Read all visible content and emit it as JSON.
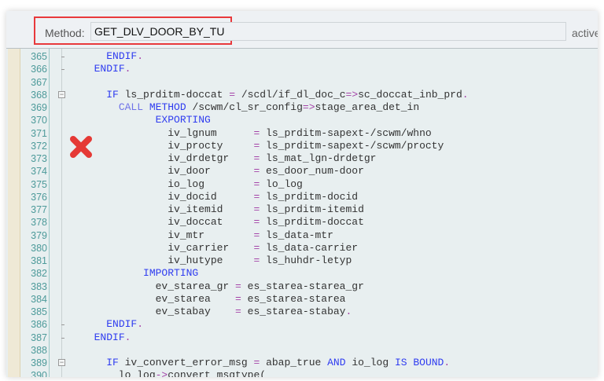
{
  "header": {
    "method_label": "Method:",
    "method_value": "GET_DLV_DOOR_BY_TU",
    "status": "active"
  },
  "colors": {
    "highlight_box": "#e8393c",
    "keyword": "#2f3cf0",
    "operator": "#a443a8",
    "line_number": "#4d9a9a",
    "error_mark": "#e53935"
  },
  "error_icon": "red-x-error-icon",
  "lines": [
    {
      "num": "365",
      "mark": "tick",
      "tokens": [
        [
          "    ",
          "tx"
        ],
        [
          "ENDIF",
          "kw"
        ],
        [
          ".",
          "op"
        ]
      ]
    },
    {
      "num": "366",
      "mark": "tick",
      "tokens": [
        [
          "  ",
          "tx"
        ],
        [
          "ENDIF",
          "kw"
        ],
        [
          ".",
          "op"
        ]
      ]
    },
    {
      "num": "367",
      "mark": "",
      "tokens": []
    },
    {
      "num": "368",
      "mark": "fold",
      "tokens": [
        [
          "    ",
          "tx"
        ],
        [
          "IF",
          "kw"
        ],
        [
          " ls_prditm-doccat ",
          "tx"
        ],
        [
          "=",
          "op"
        ],
        [
          " /scdl/if_dl_doc_c",
          "tx"
        ],
        [
          "=>",
          "op"
        ],
        [
          "sc_doccat_inb_prd",
          "tx"
        ],
        [
          ".",
          "op"
        ]
      ]
    },
    {
      "num": "369",
      "mark": "",
      "tokens": [
        [
          "      ",
          "tx"
        ],
        [
          "CALL",
          "kw2"
        ],
        [
          " ",
          "tx"
        ],
        [
          "METHOD",
          "kw"
        ],
        [
          " /scwm/cl_sr_config",
          "tx"
        ],
        [
          "=>",
          "op"
        ],
        [
          "stage_area_det_in",
          "tx"
        ]
      ]
    },
    {
      "num": "370",
      "mark": "",
      "tokens": [
        [
          "            ",
          "tx"
        ],
        [
          "EXPORTING",
          "kw"
        ]
      ]
    },
    {
      "num": "371",
      "mark": "",
      "tokens": [
        [
          "              iv_lgnum      ",
          "tx"
        ],
        [
          "=",
          "op"
        ],
        [
          " ls_prditm-sapext-/scwm/whno",
          "tx"
        ]
      ]
    },
    {
      "num": "372",
      "mark": "",
      "tokens": [
        [
          "              iv_procty     ",
          "tx"
        ],
        [
          "=",
          "op"
        ],
        [
          " ls_prditm-sapext-/scwm/procty",
          "tx"
        ]
      ]
    },
    {
      "num": "373",
      "mark": "",
      "tokens": [
        [
          "              iv_drdetgr    ",
          "tx"
        ],
        [
          "=",
          "op"
        ],
        [
          " ls_mat_lgn-drdetgr",
          "tx"
        ]
      ]
    },
    {
      "num": "374",
      "mark": "",
      "tokens": [
        [
          "              iv_door       ",
          "tx"
        ],
        [
          "=",
          "op"
        ],
        [
          " es_door_num-door",
          "tx"
        ]
      ]
    },
    {
      "num": "375",
      "mark": "",
      "tokens": [
        [
          "              io_log        ",
          "tx"
        ],
        [
          "=",
          "op"
        ],
        [
          " lo_log",
          "tx"
        ]
      ]
    },
    {
      "num": "376",
      "mark": "",
      "tokens": [
        [
          "              iv_docid      ",
          "tx"
        ],
        [
          "=",
          "op"
        ],
        [
          " ls_prditm-docid",
          "tx"
        ]
      ]
    },
    {
      "num": "377",
      "mark": "",
      "tokens": [
        [
          "              iv_itemid     ",
          "tx"
        ],
        [
          "=",
          "op"
        ],
        [
          " ls_prditm-itemid",
          "tx"
        ]
      ]
    },
    {
      "num": "378",
      "mark": "",
      "tokens": [
        [
          "              iv_doccat     ",
          "tx"
        ],
        [
          "=",
          "op"
        ],
        [
          " ls_prditm-doccat",
          "tx"
        ]
      ]
    },
    {
      "num": "379",
      "mark": "",
      "tokens": [
        [
          "              iv_mtr        ",
          "tx"
        ],
        [
          "=",
          "op"
        ],
        [
          " ls_data-mtr",
          "tx"
        ]
      ]
    },
    {
      "num": "380",
      "mark": "",
      "tokens": [
        [
          "              iv_carrier    ",
          "tx"
        ],
        [
          "=",
          "op"
        ],
        [
          " ls_data-carrier",
          "tx"
        ]
      ]
    },
    {
      "num": "381",
      "mark": "",
      "tokens": [
        [
          "              iv_hutype     ",
          "tx"
        ],
        [
          "=",
          "op"
        ],
        [
          " ls_huhdr-letyp",
          "tx"
        ]
      ]
    },
    {
      "num": "382",
      "mark": "",
      "tokens": [
        [
          "          ",
          "tx"
        ],
        [
          "IMPORTING",
          "kw"
        ]
      ]
    },
    {
      "num": "383",
      "mark": "",
      "tokens": [
        [
          "            ev_starea_gr ",
          "tx"
        ],
        [
          "=",
          "op"
        ],
        [
          " es_starea-starea_gr",
          "tx"
        ]
      ]
    },
    {
      "num": "384",
      "mark": "",
      "tokens": [
        [
          "            ev_starea    ",
          "tx"
        ],
        [
          "=",
          "op"
        ],
        [
          " es_starea-starea",
          "tx"
        ]
      ]
    },
    {
      "num": "385",
      "mark": "",
      "tokens": [
        [
          "            ev_stabay    ",
          "tx"
        ],
        [
          "=",
          "op"
        ],
        [
          " es_starea-stabay",
          "tx"
        ],
        [
          ".",
          "op"
        ]
      ]
    },
    {
      "num": "386",
      "mark": "tick",
      "tokens": [
        [
          "    ",
          "tx"
        ],
        [
          "ENDIF",
          "kw"
        ],
        [
          ".",
          "op"
        ]
      ]
    },
    {
      "num": "387",
      "mark": "tick",
      "tokens": [
        [
          "  ",
          "tx"
        ],
        [
          "ENDIF",
          "kw"
        ],
        [
          ".",
          "op"
        ]
      ]
    },
    {
      "num": "388",
      "mark": "",
      "tokens": []
    },
    {
      "num": "389",
      "mark": "fold",
      "tokens": [
        [
          "    ",
          "tx"
        ],
        [
          "IF",
          "kw"
        ],
        [
          " iv_convert_error_msg ",
          "tx"
        ],
        [
          "=",
          "op"
        ],
        [
          " abap_true ",
          "tx"
        ],
        [
          "AND",
          "kw"
        ],
        [
          " io_log ",
          "tx"
        ],
        [
          "IS BOUND",
          "kw"
        ],
        [
          ".",
          "op"
        ]
      ]
    },
    {
      "num": "390",
      "mark": "",
      "tokens": [
        [
          "      lo_log",
          "tx"
        ],
        [
          "->",
          "op"
        ],
        [
          "convert_msgtype(",
          "tx"
        ]
      ]
    }
  ]
}
